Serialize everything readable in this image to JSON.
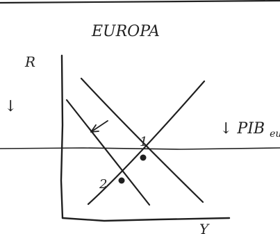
{
  "title": "EUROPA",
  "y_axis_label": "R",
  "x_axis_label": "Y",
  "left_note": "↓",
  "right_note": "↓ PIB",
  "right_note_subscript": "eu",
  "points": [
    {
      "label": "1"
    },
    {
      "label": "2"
    }
  ]
}
